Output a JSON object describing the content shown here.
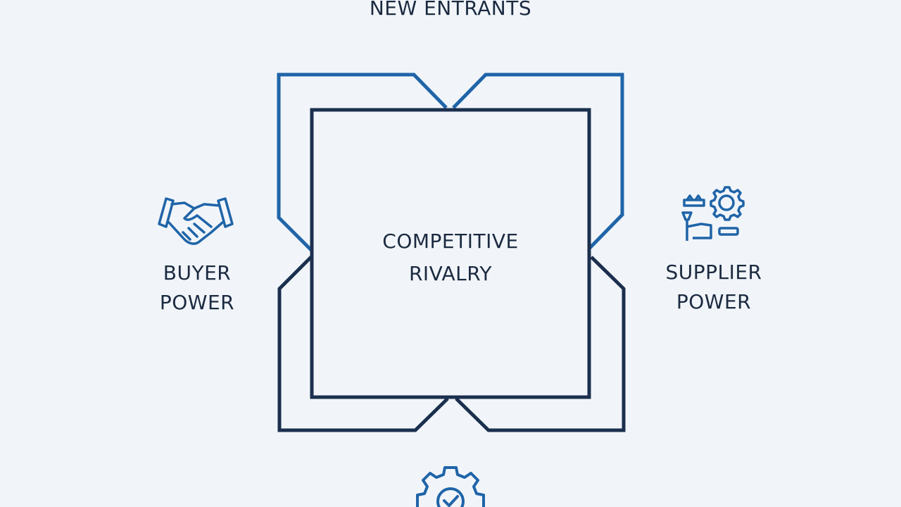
{
  "diagram": {
    "top_label": "NEW ENTRANTS",
    "center_label": [
      "COMPETITIVE",
      "RIVALRY"
    ],
    "left_label": [
      "BUYER",
      "POWER"
    ],
    "right_label": [
      "SUPPLIER",
      "POWER"
    ],
    "icons": {
      "left": "handshake-icon",
      "right": "supply-chain-gear-icon",
      "bottom": "gear-check-icon"
    },
    "colors": {
      "background": "#f1f5f9",
      "accent_blue": "#1f64a8",
      "navy": "#1b2f4e",
      "text": "#1b2a40"
    }
  }
}
